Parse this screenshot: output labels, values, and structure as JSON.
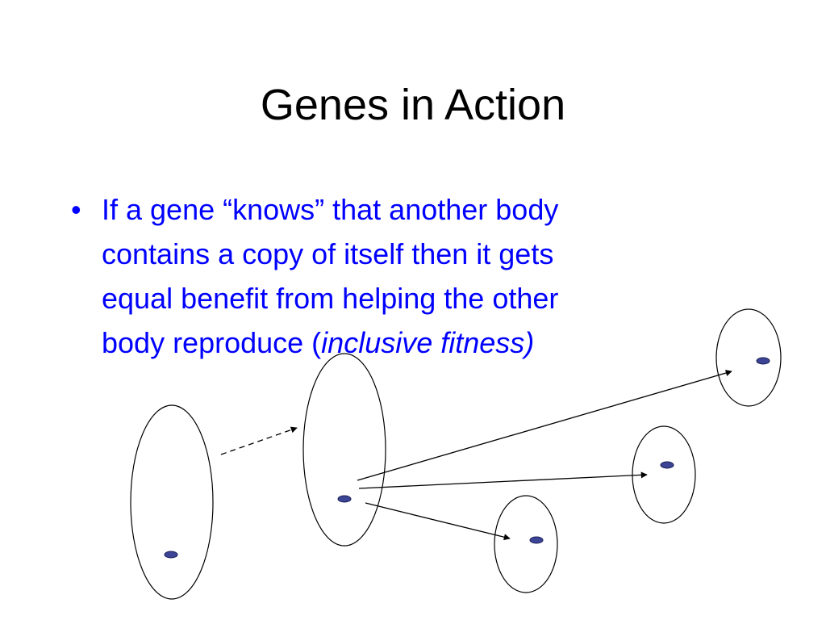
{
  "slide": {
    "title": "Genes in Action",
    "bullet_marker": "•",
    "bullet_lines": [
      "If a gene “knows” that another body",
      "contains a copy of itself then it gets",
      "equal benefit from helping the other"
    ],
    "bullet_last_line_prefix": "body reproduce (",
    "bullet_emphasis": "inclusive fitness)"
  },
  "colors": {
    "title": "#000000",
    "text": "#0000ff",
    "body_outline": "#000000",
    "gene_fill": "#3c4496",
    "gene_stroke": "#1a1f55",
    "arrow": "#000000"
  },
  "diagram": {
    "bodies": [
      "parent-body",
      "copy-body",
      "relative-body-top",
      "relative-body-middle",
      "relative-body-bottom"
    ],
    "arrows": [
      {
        "from": "parent-body",
        "to": "copy-body",
        "style": "dashed"
      },
      {
        "from": "copy-body",
        "to": "relative-body-top",
        "style": "solid"
      },
      {
        "from": "copy-body",
        "to": "relative-body-middle",
        "style": "solid"
      },
      {
        "from": "copy-body",
        "to": "relative-body-bottom",
        "style": "solid"
      }
    ]
  }
}
